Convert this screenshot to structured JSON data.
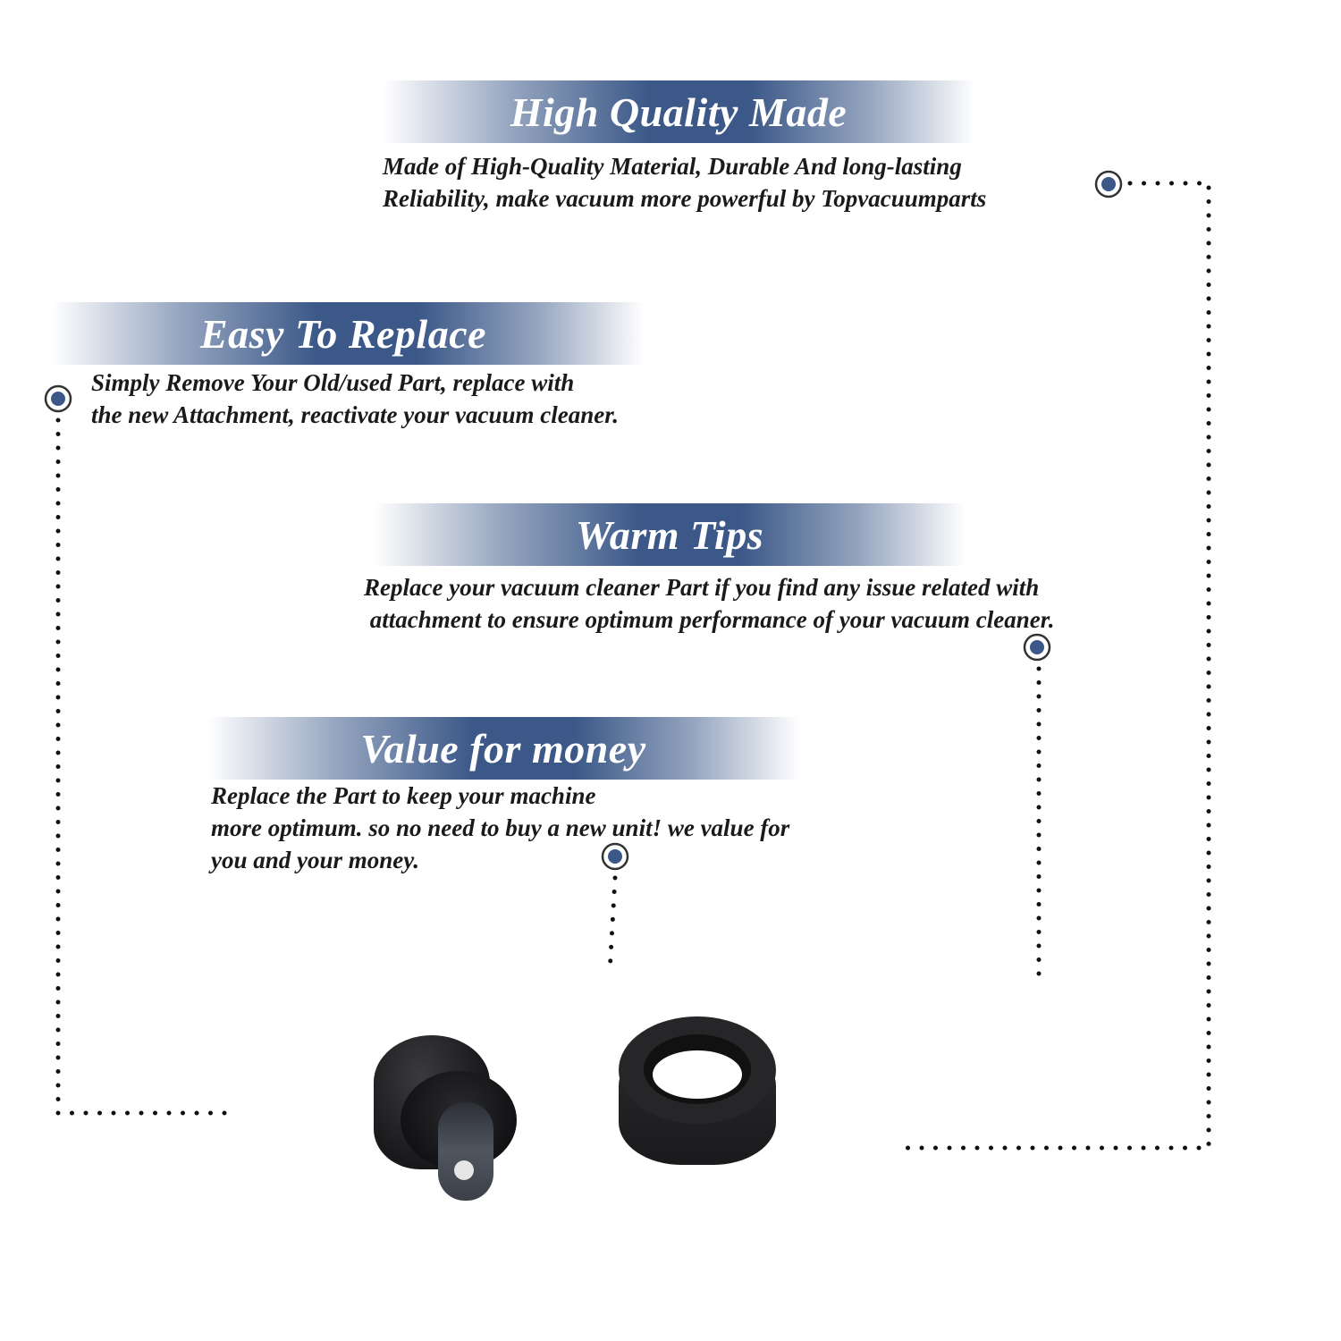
{
  "colors": {
    "accent": "#3b5888",
    "text": "#1a1a1a",
    "dots": "#111111"
  },
  "sections": [
    {
      "title": "High Quality Made",
      "lines": [
        "Made of  High-Quality Material, Durable And long-lasting",
        "Reliability, make vacuum more powerful by Topvacuumparts"
      ]
    },
    {
      "title": "Easy To Replace",
      "lines": [
        "Simply Remove Your Old/used Part, replace with",
        "the new Attachment, reactivate your vacuum cleaner."
      ]
    },
    {
      "title": "Warm Tips",
      "lines": [
        "Replace your vacuum cleaner Part if you find any issue related with",
        " attachment to ensure optimum performance of your vacuum cleaner."
      ]
    },
    {
      "title": "Value for money",
      "lines": [
        "Replace the Part to keep your machine",
        "more optimum. so no need to buy a new unit! we value for",
        "you and your money."
      ]
    }
  ],
  "icons": {
    "marker": "target-dot-icon"
  }
}
